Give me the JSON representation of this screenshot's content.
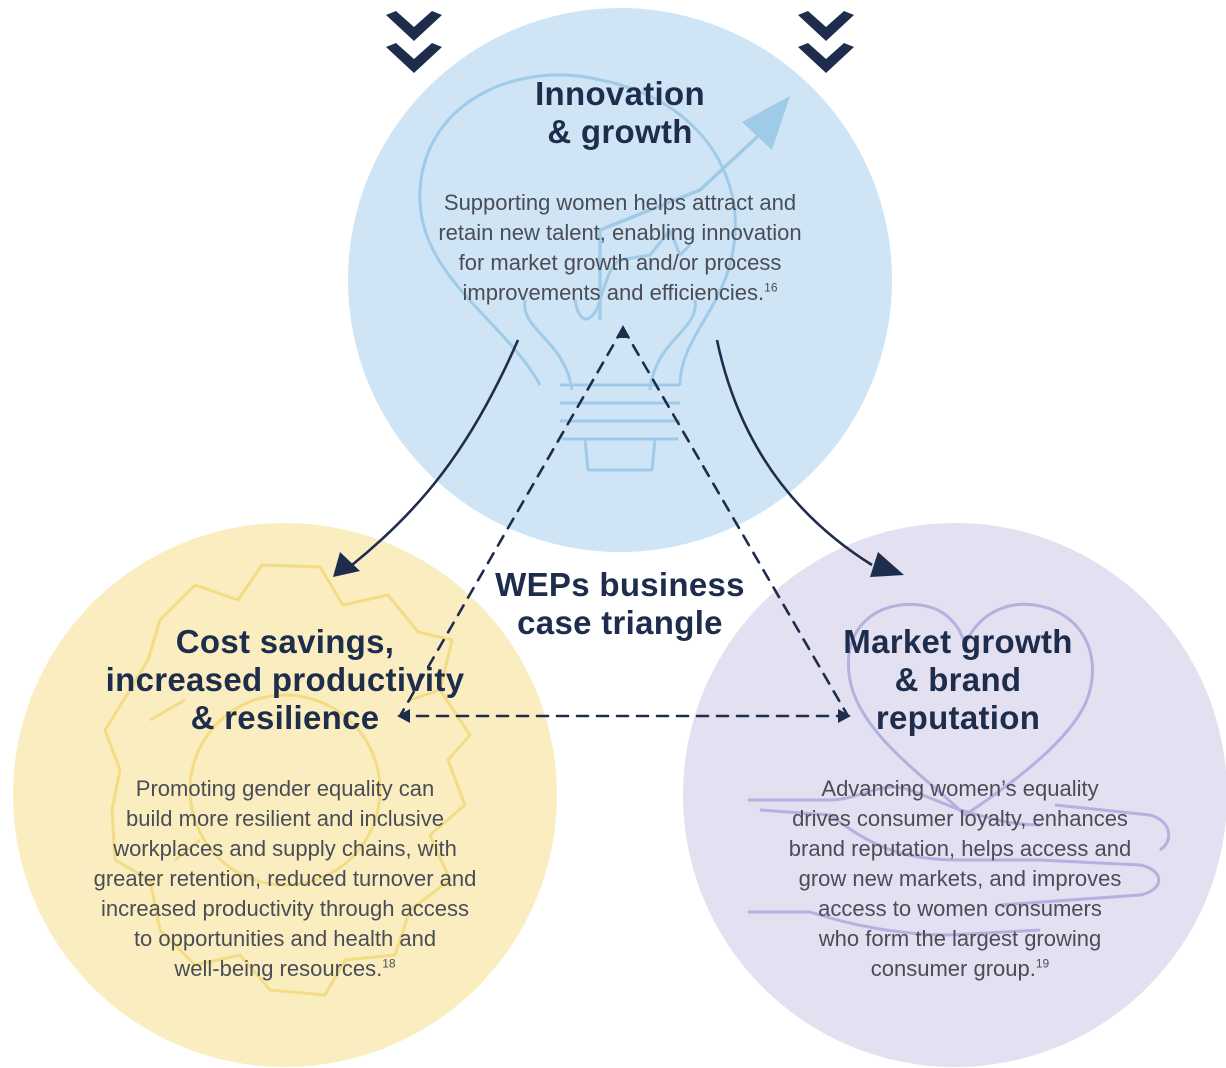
{
  "colors": {
    "innovation_fill": "#cfe4f4",
    "cost_fill": "#faeec0",
    "market_fill": "#e2e0f1",
    "navy": "#1f2d4d",
    "body_text": "#4a4d55",
    "bulb_line": "#9fcbe8",
    "gear_line": "#f3dc83",
    "heart_line": "#b5b1de"
  },
  "center": {
    "title_line1": "WEPs business",
    "title_line2": "case triangle"
  },
  "innovation": {
    "title_line1": "Innovation",
    "title_line2": "& growth",
    "body": "Supporting women helps attract and\nretain new talent, enabling innovation\nfor market growth and/or process\nimprovements and efficiencies.",
    "ref": "16",
    "icon": "lightbulb-growth-arrow-icon"
  },
  "cost": {
    "title_line1": "Cost savings,",
    "title_line2": "increased productivity",
    "title_line3": "& resilience",
    "body": "Promoting gender equality can\nbuild more resilient and inclusive\nworkplaces and supply chains, with\ngreater retention, reduced turnover and\nincreased productivity through access\nto opportunities and health and\nwell-being resources.",
    "ref": "18",
    "icon": "gear-icon"
  },
  "market": {
    "title_line1": "Market growth",
    "title_line2": "& brand",
    "title_line3": "reputation",
    "body": "Advancing women’s equality\ndrives consumer loyalty, enhances\nbrand reputation, helps access and\ngrow new markets, and improves\naccess to women consumers\nwho form the largest growing\nconsumer group.",
    "ref": "19",
    "icon": "heart-in-hand-icon"
  }
}
